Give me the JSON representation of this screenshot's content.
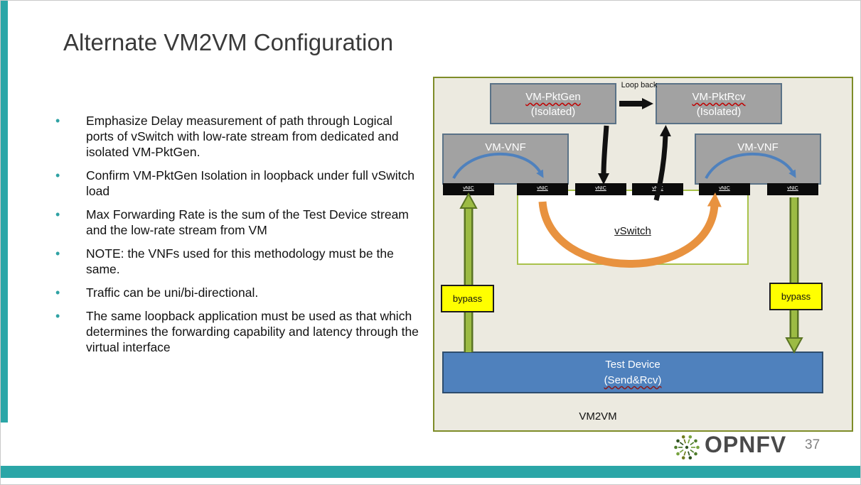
{
  "slide": {
    "title": "Alternate VM2VM Configuration",
    "bullet_glyph": "•",
    "bullets": [
      "Emphasize Delay measurement of path through Logical ports of vSwitch with low-rate stream from dedicated and isolated VM-PktGen.",
      "Confirm VM-PktGen Isolation in loopback under full vSwitch load",
      "Max Forwarding Rate is the sum of the Test Device stream and the low-rate stream from VM",
      "NOTE: the VNFs used for this methodology must be the same.",
      "Traffic can be uni/bi-directional.",
      "The same loopback application must be used as that which determines the forwarding capability and latency through the virtual interface"
    ]
  },
  "diagram": {
    "outer_label": "VM2VM",
    "loopback_label": "Loop back",
    "vm_pktgen": {
      "line1": "VM-PktGen",
      "line2": "(Isolated)"
    },
    "vm_pktrcv": {
      "line1": "VM-PktRcv",
      "line2": "(Isolated)"
    },
    "vm_vnf_left": "VM-VNF",
    "vm_vnf_right": "VM-VNF",
    "vswitch_label": "vSwitch",
    "bypass_left": "bypass",
    "bypass_right": "bypass",
    "test_device": {
      "line1": "Test Device",
      "line2": "(Send&Rcv)"
    },
    "vnic_labels": [
      "vNIC",
      "vNIC",
      "vNIC",
      "vNIC",
      "vNIC",
      "vNIC"
    ]
  },
  "footer": {
    "brand": "OPNFV",
    "page_number": "37",
    "logo_icon": "dandelion-burst-icon"
  },
  "colors": {
    "accent_teal": "#2ba6a7",
    "diagram_border_olive": "#7e8c28",
    "diagram_bg": "#eceae0",
    "box_gray": "#a2a2a2",
    "box_blue": "#4f81bd",
    "bypass_yellow": "#ffff00",
    "arrow_orange": "#e8923f",
    "arrow_green": "#9cbb44",
    "arrow_black": "#111111"
  }
}
